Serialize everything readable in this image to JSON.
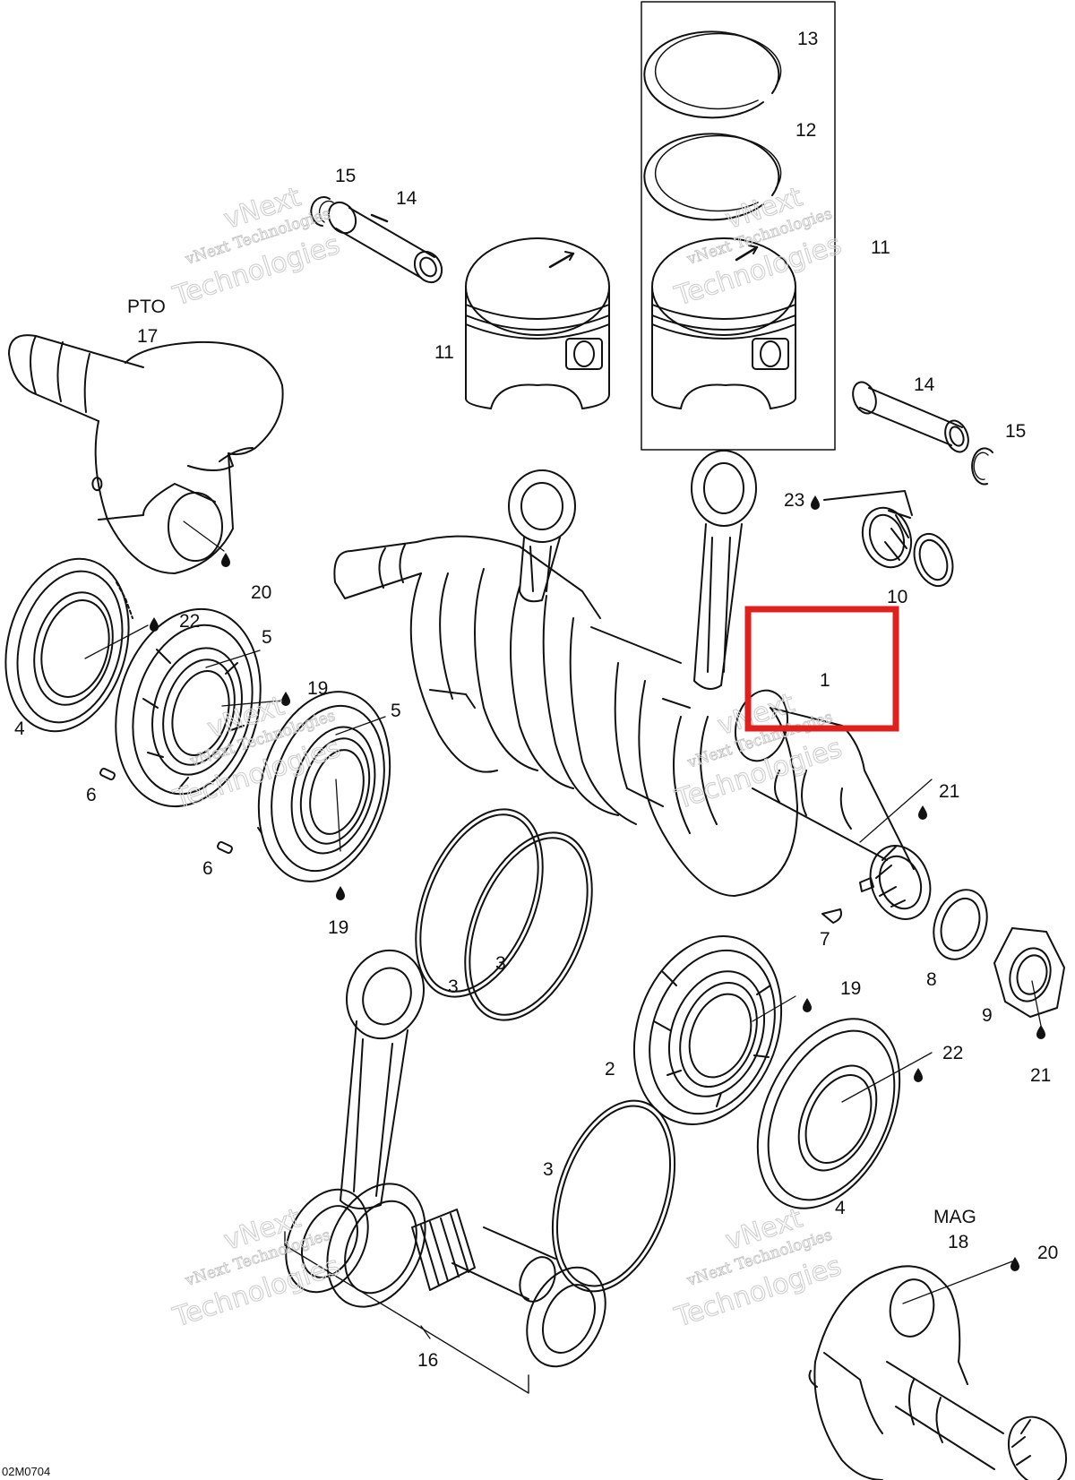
{
  "diagram": {
    "labels": {
      "l13": "13",
      "l12": "12",
      "l15a": "15",
      "l14a": "14",
      "l11a": "11",
      "l11b": "11",
      "pto": "PTO",
      "l17": "17",
      "l14b": "14",
      "l15b": "15",
      "l23": "23",
      "l10": "10",
      "l20a": "20",
      "l22a": "22",
      "l5a": "5",
      "l19a": "19",
      "l5b": "5",
      "l4a": "4",
      "l6a": "6",
      "l6b": "6",
      "l19b": "19",
      "l1": "1",
      "l21a": "21",
      "l3a": "3",
      "l3b": "3",
      "l7": "7",
      "l8": "8",
      "l9": "9",
      "l21b": "21",
      "l19c": "19",
      "l2": "2",
      "l22b": "22",
      "l3c": "3",
      "l4b": "4",
      "mag": "MAG",
      "l18": "18",
      "l20b": "20",
      "l16": "16"
    },
    "watermark": {
      "line1": "vNext",
      "line2": "vNext Technologies",
      "line3": "Technologies"
    },
    "figure_code": "02M0704",
    "highlight_color": "#e0201c",
    "line_color": "#111111"
  }
}
